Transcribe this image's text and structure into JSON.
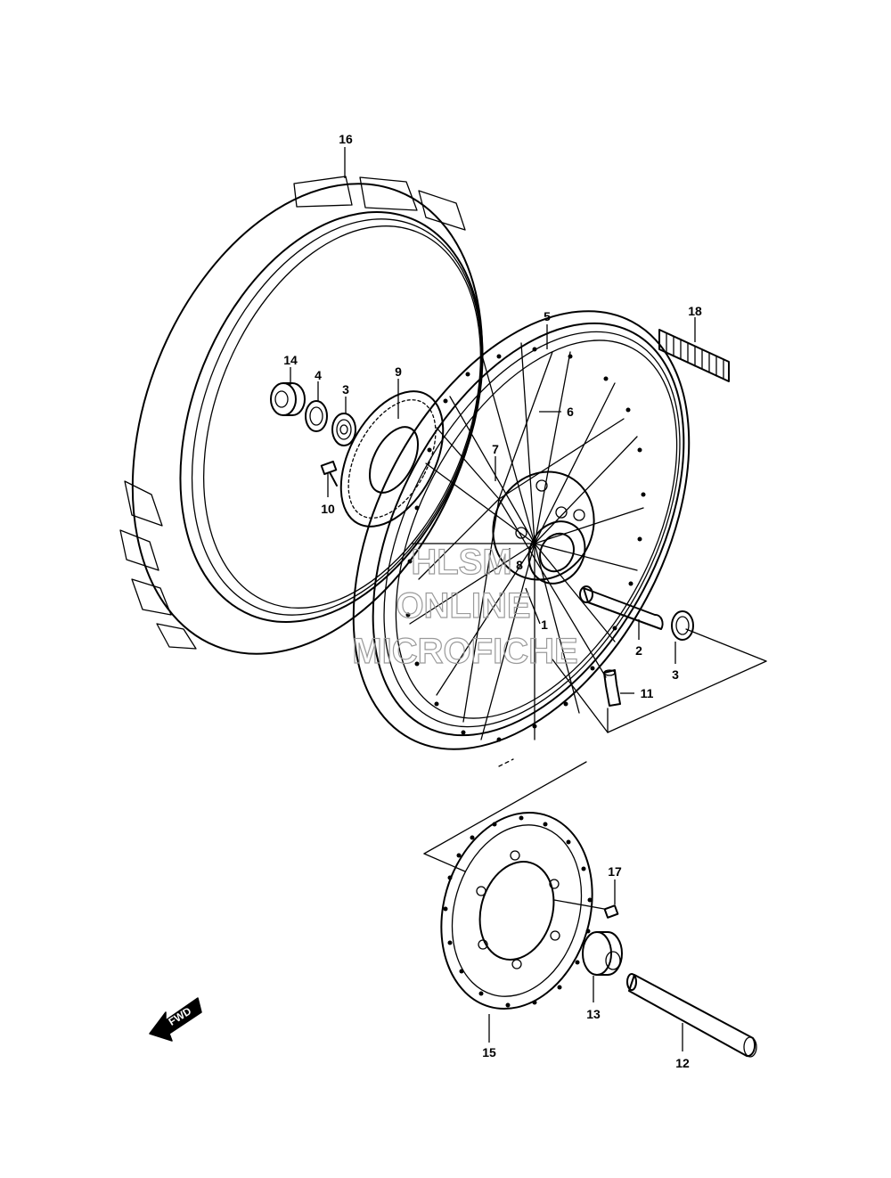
{
  "diagram": {
    "callouts": [
      {
        "id": "c1",
        "label": "1"
      },
      {
        "id": "c2",
        "label": "2"
      },
      {
        "id": "c3a",
        "label": "3"
      },
      {
        "id": "c3b",
        "label": "3"
      },
      {
        "id": "c4",
        "label": "4"
      },
      {
        "id": "c5",
        "label": "5"
      },
      {
        "id": "c6",
        "label": "6"
      },
      {
        "id": "c7",
        "label": "7"
      },
      {
        "id": "c8",
        "label": "8"
      },
      {
        "id": "c9",
        "label": "9"
      },
      {
        "id": "c10",
        "label": "10"
      },
      {
        "id": "c11",
        "label": "11"
      },
      {
        "id": "c12",
        "label": "12"
      },
      {
        "id": "c13",
        "label": "13"
      },
      {
        "id": "c14",
        "label": "14"
      },
      {
        "id": "c15",
        "label": "15"
      },
      {
        "id": "c16",
        "label": "16"
      },
      {
        "id": "c17",
        "label": "17"
      },
      {
        "id": "c18",
        "label": "18"
      }
    ],
    "direction_arrow": {
      "label": "FWD",
      "icon": "fwd-arrow-icon"
    },
    "watermark": {
      "line1": "HLSM",
      "line2": "ONLINE",
      "line3": "MICROFICHE",
      "color": "#9a9a9a"
    }
  }
}
